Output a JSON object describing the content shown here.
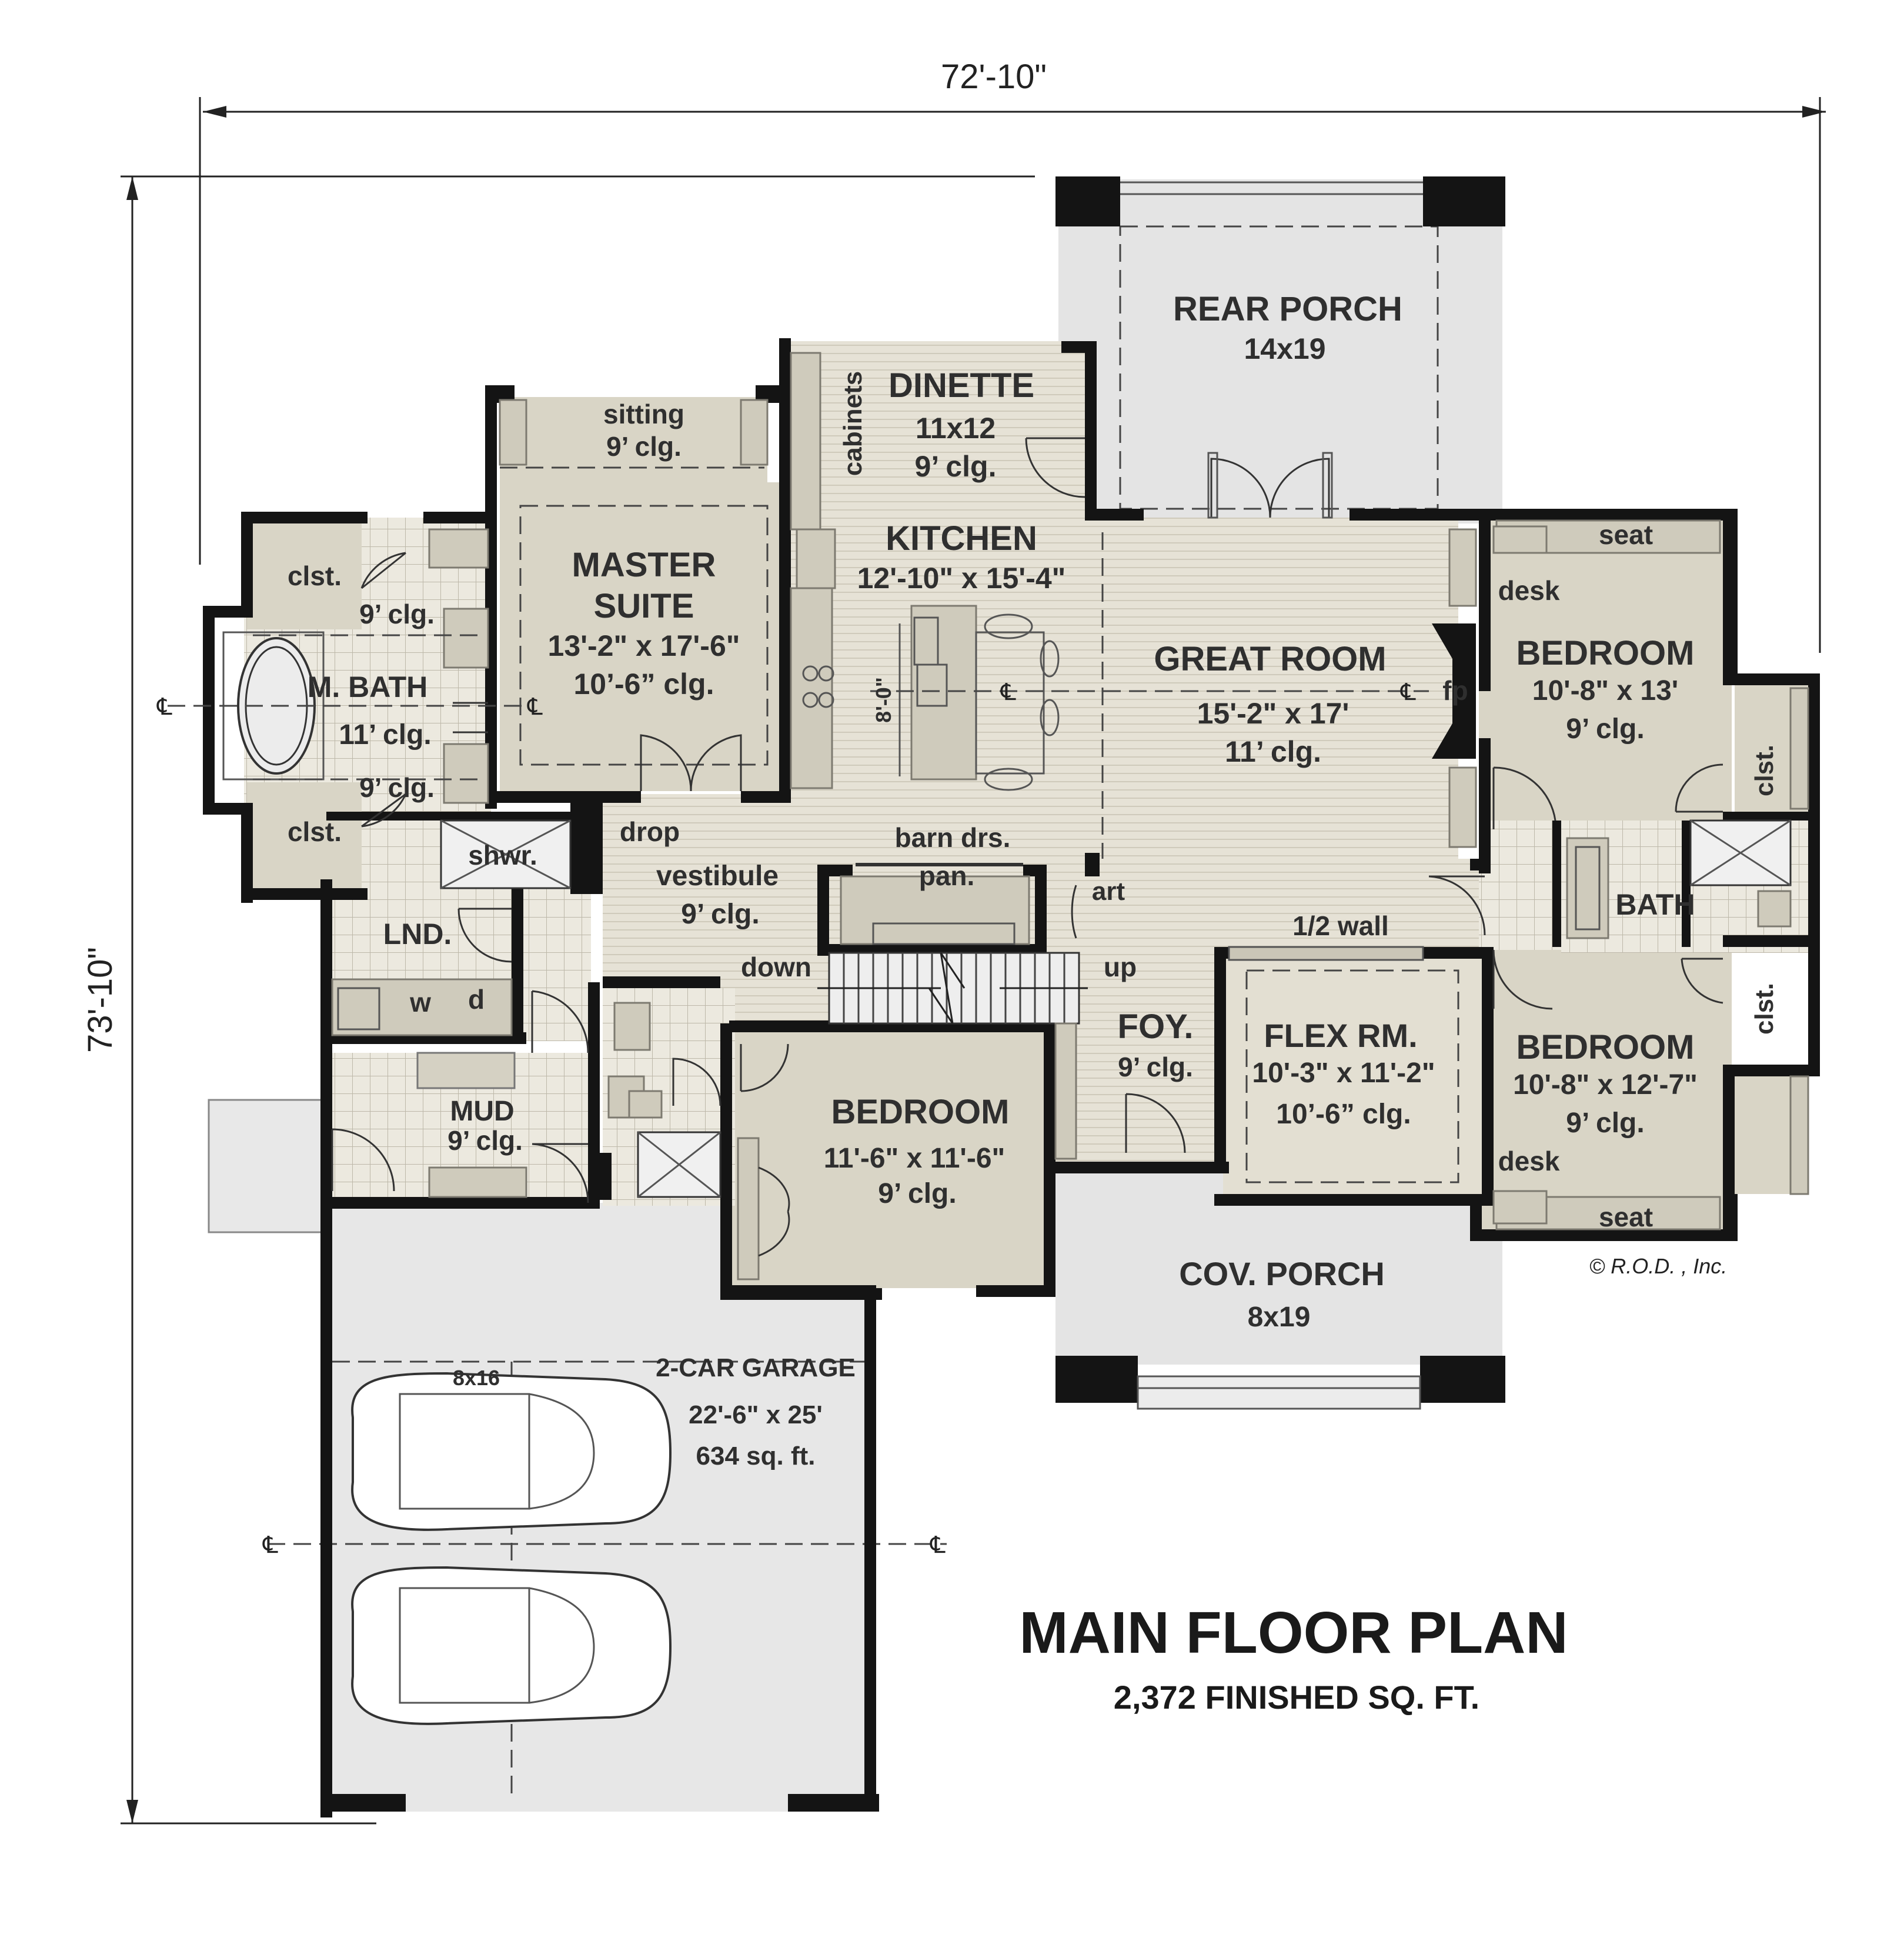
{
  "overall": {
    "width_dim": "72'-10\"",
    "depth_dim": "73'-10\""
  },
  "title": {
    "main": "MAIN FLOOR PLAN",
    "sub": "2,372 FINISHED SQ. FT."
  },
  "copyright": "© R.O.D. , Inc.",
  "rooms": {
    "rear_porch": {
      "name": "REAR PORCH",
      "size": "14x19"
    },
    "sitting": {
      "name": "sitting",
      "clg": "9’ clg."
    },
    "dinette": {
      "name": "DINETTE",
      "size": "11x12",
      "clg": "9’ clg."
    },
    "cabinets": "cabinets",
    "kitchen": {
      "name": "KITCHEN",
      "size": "12'-10\" x 15'-4\"",
      "island": "8'-0\""
    },
    "master": {
      "name1": "MASTER",
      "name2": "SUITE",
      "size": "13'-2\" x 17'-6\"",
      "clg": "10’-6” clg."
    },
    "clst_top": "clst.",
    "clst_bottom": "clst.",
    "mbath_clg_top": "9’ clg.",
    "mbath": {
      "name": "M. BATH",
      "clg": "11’ clg."
    },
    "mbath_clg_bottom": "9’ clg.",
    "shwr": "shwr.",
    "great_room": {
      "name": "GREAT ROOM",
      "size": "15'-2\" x 17'",
      "clg": "11’ clg.",
      "fp": "fp"
    },
    "bedroom_ne": {
      "name": "BEDROOM",
      "size": "10'-8\" x 13'",
      "clg": "9’ clg.",
      "seat": "seat",
      "desk": "desk",
      "clst": "clst."
    },
    "bath": "BATH",
    "bedroom_se": {
      "name": "BEDROOM",
      "size": "10'-8\" x 12'-7\"",
      "clg": "9’ clg.",
      "seat": "seat",
      "desk": "desk",
      "clst": "clst."
    },
    "vestibule": {
      "drop": "drop",
      "name": "vestibule",
      "clg": "9’ clg.",
      "down": "down"
    },
    "barn": {
      "line1": "barn drs.",
      "line2": "pan."
    },
    "art": "art",
    "half_wall": "1/2 wall",
    "up": "up",
    "lnd": {
      "name": "LND.",
      "w": "w",
      "d": "d"
    },
    "foyer": {
      "name": "FOY.",
      "clg": "9’ clg."
    },
    "flex": {
      "name": "FLEX RM.",
      "size": "10'-3\" x 11'-2\"",
      "clg": "10’-6” clg."
    },
    "mud": {
      "name": "MUD",
      "clg": "9’ clg."
    },
    "bedroom_s": {
      "name": "BEDROOM",
      "size": "11'-6\" x 11'-6\"",
      "clg": "9’ clg."
    },
    "cov_porch": {
      "name": "COV. PORCH",
      "size": "8x19"
    },
    "garage": {
      "name": "2-CAR GARAGE",
      "size": "22'-6\" x 25'",
      "area": "634 sq. ft.",
      "door": "8x16"
    }
  },
  "centerline_symbol": "℄"
}
